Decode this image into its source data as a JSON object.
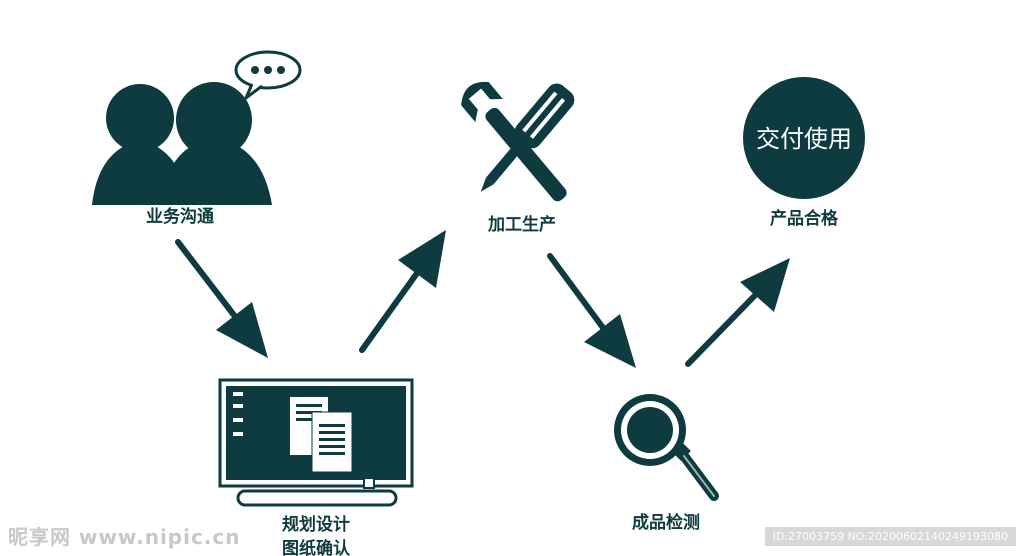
{
  "colors": {
    "primary": "#0d3b3f",
    "background": "#ffffff",
    "label": "#0d3b3f"
  },
  "steps": [
    {
      "id": "communication",
      "label": "业务沟通",
      "icon": "people-with-speech-bubble-icon"
    },
    {
      "id": "design",
      "label_line1": "规划设计",
      "label_line2": "图纸确认",
      "icon": "monitor-documents-icon"
    },
    {
      "id": "production",
      "label": "加工生产",
      "icon": "wrench-screwdriver-icon"
    },
    {
      "id": "inspection",
      "label": "成品检测",
      "icon": "magnifier-icon"
    },
    {
      "id": "delivery",
      "label": "产品合格",
      "icon_text": "交付使用"
    }
  ],
  "watermarks": {
    "left": "昵享网 www.nipic.cn",
    "right": "ID:27003759 NO:20200602140249193080"
  }
}
